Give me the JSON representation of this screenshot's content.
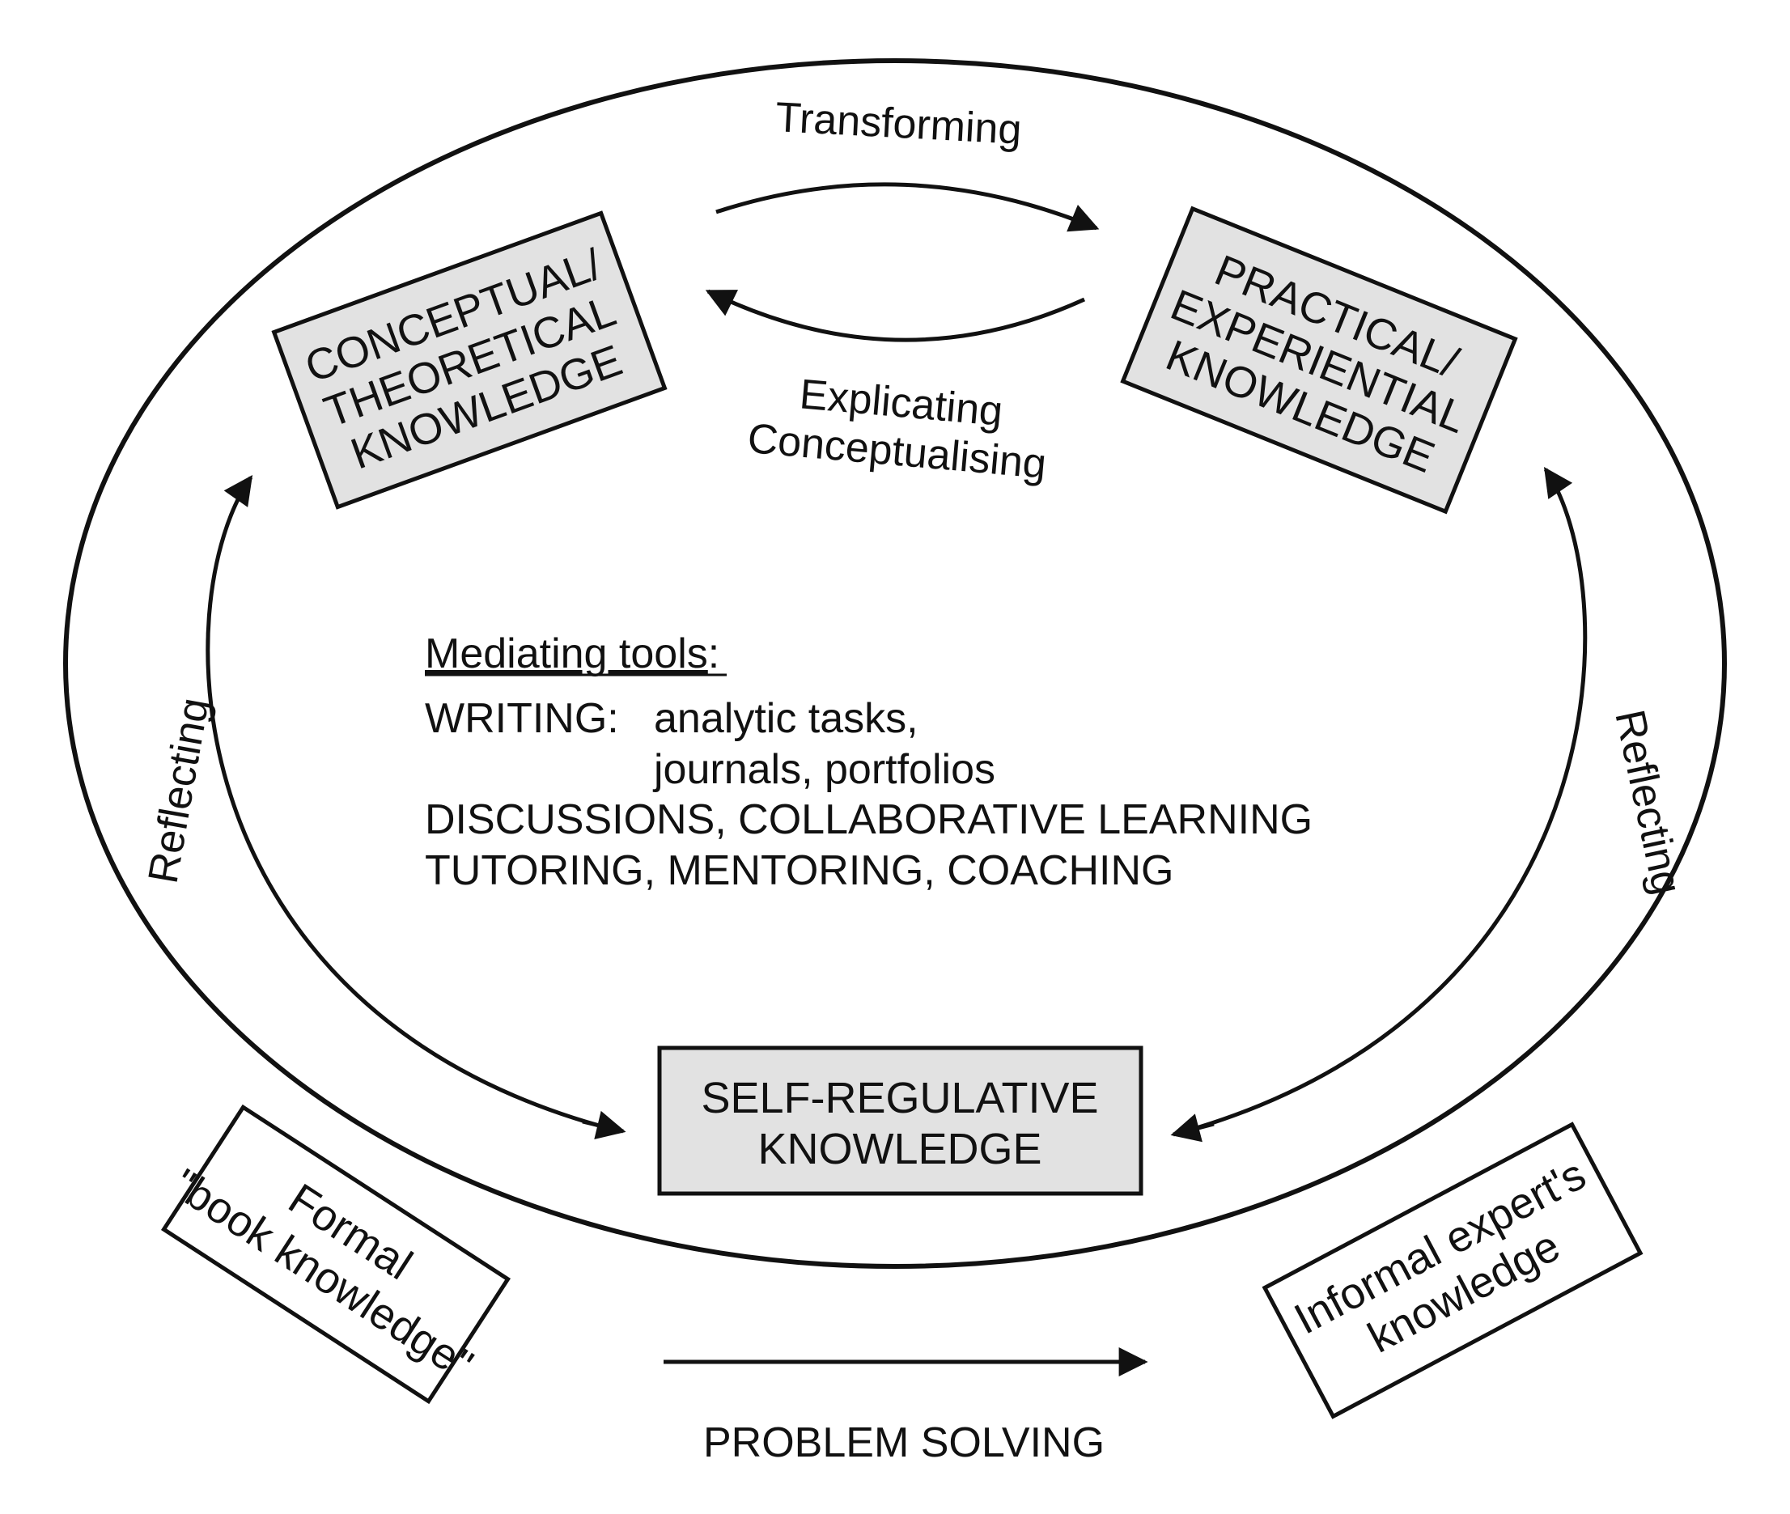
{
  "diagram": {
    "boxes": {
      "conceptual": [
        "CONCEPTUAL/",
        "THEORETICAL",
        "KNOWLEDGE"
      ],
      "practical": [
        "PRACTICAL/",
        "EXPERIENTIAL",
        "KNOWLEDGE"
      ],
      "self_regulative": [
        "SELF-REGULATIVE",
        "KNOWLEDGE"
      ],
      "formal": [
        "Formal",
        "\"book knowledge\""
      ],
      "informal": [
        "Informal expert's",
        "knowledge"
      ]
    },
    "arrows": {
      "top": "Transforming",
      "bottom": [
        "Explicating",
        "Conceptualising"
      ],
      "left": "Reflecting",
      "right": "Reflecting",
      "problem_solving": "PROBLEM SOLVING"
    },
    "mediating": {
      "heading": "Mediating tools",
      "heading_suffix": ":",
      "writing_label": "WRITING:",
      "writing_items": [
        "analytic tasks,",
        "journals, portfolios"
      ],
      "line3": "DISCUSSIONS, COLLABORATIVE LEARNING",
      "line4": "TUTORING, MENTORING, COACHING"
    },
    "colors": {
      "box_fill": "#e2e2e2",
      "stroke": "#111111"
    }
  }
}
